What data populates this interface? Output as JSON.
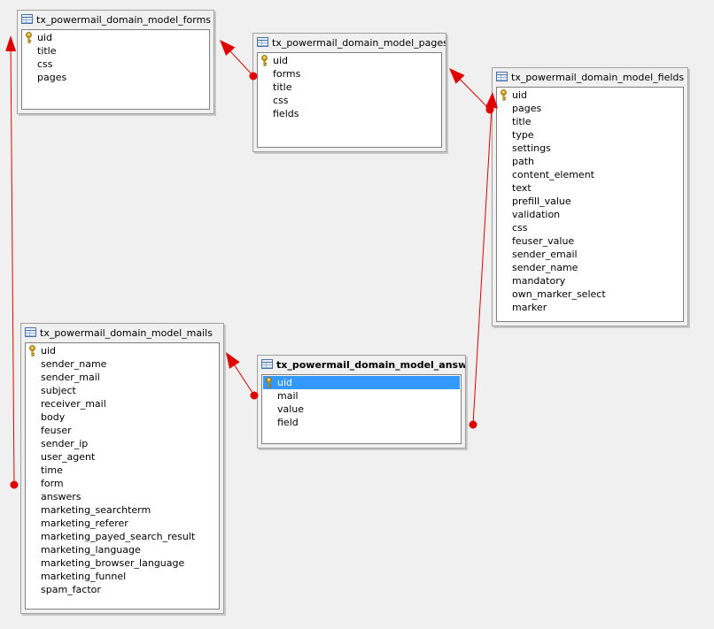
{
  "tables": [
    {
      "id": "forms",
      "name": "tx_powermail_domain_model_forms",
      "fields": [
        "uid",
        "title",
        "css",
        "pages"
      ],
      "bold": false
    },
    {
      "id": "pages",
      "name": "tx_powermail_domain_model_pages",
      "fields": [
        "uid",
        "forms",
        "title",
        "css",
        "fields"
      ],
      "bold": false
    },
    {
      "id": "fields",
      "name": "tx_powermail_domain_model_fields",
      "fields": [
        "uid",
        "pages",
        "title",
        "type",
        "settings",
        "path",
        "content_element",
        "text",
        "prefill_value",
        "validation",
        "css",
        "feuser_value",
        "sender_email",
        "sender_name",
        "mandatory",
        "own_marker_select",
        "marker"
      ],
      "bold": false
    },
    {
      "id": "mails",
      "name": "tx_powermail_domain_model_mails",
      "fields": [
        "uid",
        "sender_name",
        "sender_mail",
        "subject",
        "receiver_mail",
        "body",
        "feuser",
        "sender_ip",
        "user_agent",
        "time",
        "form",
        "answers",
        "marketing_searchterm",
        "marketing_referer",
        "marketing_payed_search_result",
        "marketing_language",
        "marketing_browser_language",
        "marketing_funnel",
        "spam_factor"
      ],
      "bold": false
    },
    {
      "id": "answer",
      "name": "tx_powermail_domain_model_answer",
      "fields": [
        "uid",
        "mail",
        "value",
        "field"
      ],
      "bold": true,
      "selected_field": "uid"
    }
  ],
  "primary_key_field": "uid",
  "colors": {
    "relation_line": "#e00000",
    "selection": "#3399ff",
    "key_icon": "#d4a017"
  },
  "relations": [
    {
      "from": "pages.forms",
      "to": "forms"
    },
    {
      "from": "fields.pages",
      "to": "pages"
    },
    {
      "from": "mails.form",
      "to": "forms"
    },
    {
      "from": "answer.mail",
      "to": "mails"
    },
    {
      "from": "answer.field",
      "to": "fields"
    }
  ]
}
